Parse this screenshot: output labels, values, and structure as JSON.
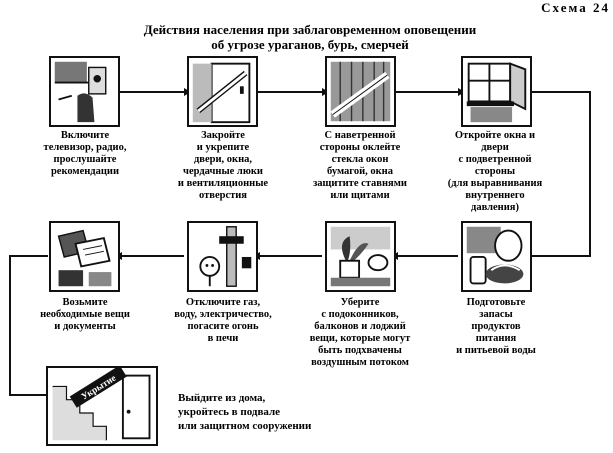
{
  "scheme_label": "Схема 24",
  "title": {
    "line1": "Действия населения при заблаговременном оповещении",
    "line2": "об угрозе ураганов, бурь, смерчей"
  },
  "steps": [
    {
      "icon": "tv-radio-icon",
      "lines": [
        "Включите",
        "телевизор, радио,",
        "прослушайте",
        "рекомендации"
      ]
    },
    {
      "icon": "door-bar-icon",
      "lines": [
        "Закройте",
        "и укрепите",
        "двери, окна,",
        "чердачные люки",
        "и вентиляционные",
        "отверстия"
      ]
    },
    {
      "icon": "boarded-window-icon",
      "lines": [
        "С наветренной",
        "стороны оклейте",
        "стекла окон",
        "бумагой, окна",
        "защитите ставнями",
        "или щитами"
      ]
    },
    {
      "icon": "open-window-icon",
      "lines": [
        "Откройте окна и",
        "двери",
        "с подветренной",
        "стороны",
        "(для выравнивания",
        "внутреннего",
        "давления)"
      ]
    },
    {
      "icon": "food-supplies-icon",
      "lines": [
        "Подготовьте",
        "запасы",
        "продуктов",
        "питания",
        "и питьевой воды"
      ]
    },
    {
      "icon": "balcony-items-icon",
      "lines": [
        "Уберите",
        "с подоконников,",
        "балконов и лоджий",
        "вещи, которые могут",
        "быть подхвачены",
        "воздушным потоком"
      ]
    },
    {
      "icon": "gas-power-off-icon",
      "lines": [
        "Отключите газ,",
        "воду, электричество,",
        "погасите огонь",
        "в печи"
      ]
    },
    {
      "icon": "documents-icon",
      "lines": [
        "Возьмите",
        "необходимые вещи",
        "и документы"
      ]
    },
    {
      "icon": "shelter-stairs-icon",
      "sign": "Укрытие",
      "lines": [
        "Выйдите из дома,",
        "укройтесь в подвале",
        "или защитном сооружении"
      ]
    }
  ]
}
